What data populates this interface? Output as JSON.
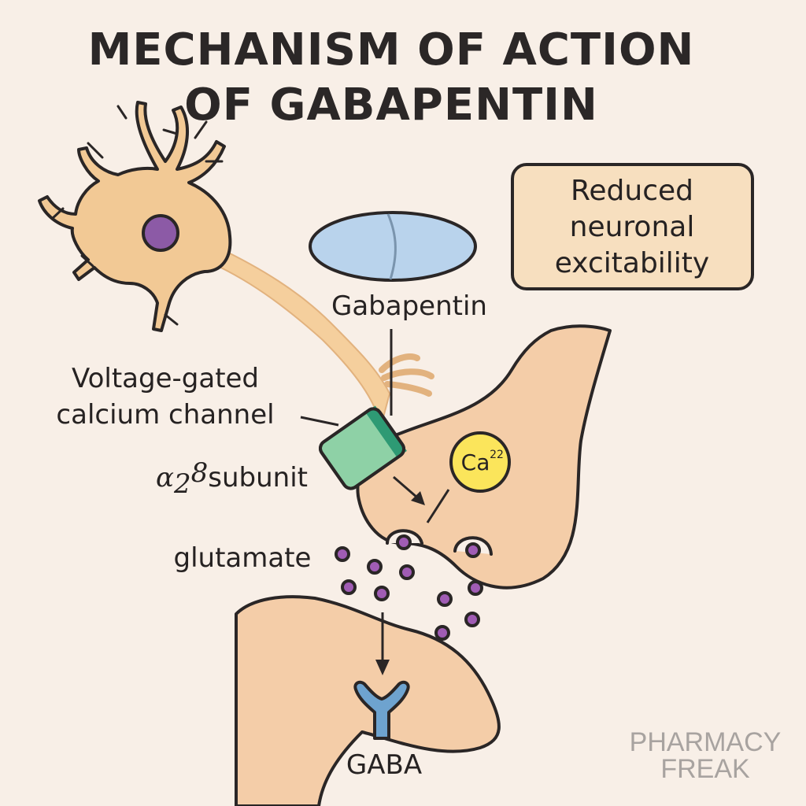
{
  "title": {
    "line1": "MECHANISM OF ACTION",
    "line2": "OF GABAPENTIN"
  },
  "effect_box": {
    "line1": "Reduced",
    "line2": "neuronal",
    "line3": "excitability"
  },
  "labels": {
    "gabapentin": "Gabapentin",
    "vgcc_line1": "Voltage-gated",
    "vgcc_line2": "calcium channel",
    "subunit_greek": "α",
    "subunit_index": "2",
    "subunit_delta": "8",
    "subunit_word": "subunit",
    "glutamate": "glutamate",
    "calcium": "Ca",
    "calcium_charge": "22",
    "gaba": "GABA"
  },
  "watermark": {
    "line1": "PHARMACY",
    "line2": "FREAK"
  },
  "colors": {
    "background": "#f8efe7",
    "neuron_body": "#f2c995",
    "nucleus": "#8c5aa6",
    "axon": "#f5cf9d",
    "terminal": "#f4cda8",
    "pill": "#b9d3ec",
    "channel": "#8ed1a6",
    "channel_dark": "#2e9a74",
    "calcium_ion": "#fbe55b",
    "vesicle": "#a05cb4",
    "receptor": "#6ea3cf",
    "effect_box": "#f7dfbf"
  },
  "icons": {
    "neuron": "neuron-icon",
    "pill": "pill-icon",
    "channel": "ion-channel-icon",
    "calcium": "calcium-ion-icon",
    "receptor": "receptor-icon"
  }
}
